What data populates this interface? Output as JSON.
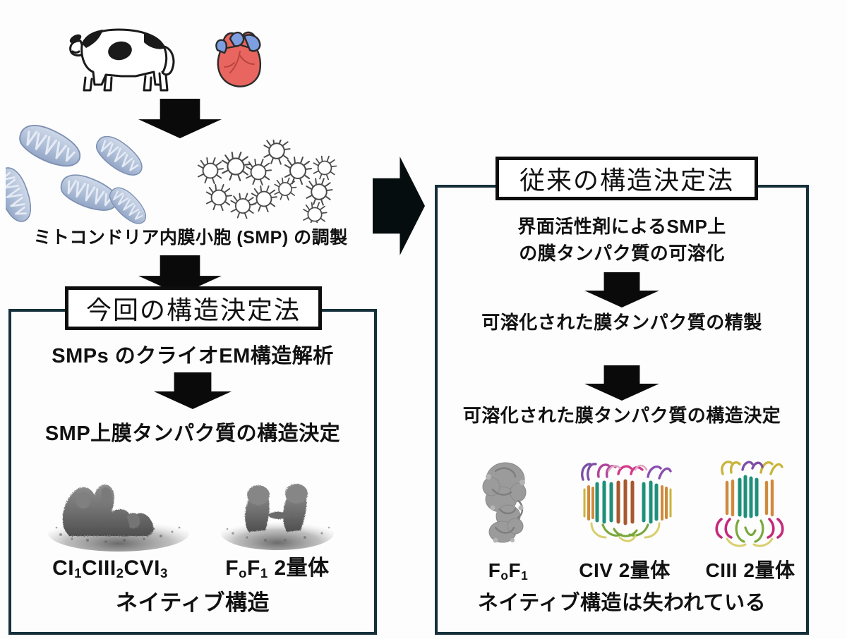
{
  "figure": {
    "type": "workflow-diagram",
    "language": "ja",
    "background_color": "#fdfdfd",
    "accent_border_color": "#15303a",
    "arrow_color": "#0a0a0a"
  },
  "top_section": {
    "source_icons": [
      {
        "name": "cow-illustration",
        "label": "cow"
      },
      {
        "name": "heart-illustration",
        "label": "heart"
      }
    ],
    "arrow_1": "down-arrow",
    "mitochondria_icon": "mitochondria-cluster",
    "smp_icon": "smp-vesicle-cluster",
    "caption": "ミトコンドリア内膜小胞 (SMP) の調製",
    "arrow_2": "down-arrow",
    "bridge_arrow": "right-arrow"
  },
  "left_panel": {
    "title": "今回の構造決定法",
    "steps": [
      "SMPs のクライオEM構造解析",
      "SMP上膜タンパク質の構造決定"
    ],
    "arrow": "down-arrow",
    "structures": [
      {
        "name": "structure-ci-ciii-cvi",
        "label_parts": [
          "CI",
          "1",
          "CIII",
          "2",
          "CVI",
          "3"
        ],
        "label_plain": "CI1CIII2CVI3",
        "style": "grayscale-cryoem-density"
      },
      {
        "name": "structure-fofi-dimer",
        "label_parts": [
          "F",
          "o",
          "F",
          "1",
          " 2量体"
        ],
        "label_plain": "FoF1 2量体",
        "style": "grayscale-cryoem-density"
      }
    ],
    "footer": "ネイティブ構造"
  },
  "right_panel": {
    "title": "従来の構造決定法",
    "steps": [
      "界面活性剤によるSMP上",
      "の膜タンパク質の可溶化",
      "可溶化された膜タンパク質の精製",
      "可溶化された膜タンパク質の構造決定"
    ],
    "arrows": [
      "down-arrow",
      "down-arrow"
    ],
    "structures": [
      {
        "name": "structure-fofi",
        "label_parts": [
          "F",
          "o",
          "F",
          "1"
        ],
        "label_plain": "FoF1",
        "style": "grayscale-ribbon"
      },
      {
        "name": "structure-civ-dimer",
        "label_plain": "CIV 2量体",
        "style": "multicolor-ribbon"
      },
      {
        "name": "structure-ciii-dimer",
        "label_plain": "CIII 2量体",
        "style": "multicolor-ribbon"
      }
    ],
    "footer": "ネイティブ構造は失われている"
  },
  "colors": {
    "mitochondria_fill": "#b9c6dd",
    "mitochondria_stroke": "#8395b5",
    "heart_red": "#e8665f",
    "heart_blue": "#7d9ee0",
    "cow_black": "#1a1a1a",
    "panel_border": "#15303a",
    "ribbon_teal": "#1f8f7a",
    "ribbon_orange": "#d08a3c",
    "ribbon_magenta": "#c32b7a",
    "ribbon_purple": "#7d4fa5",
    "ribbon_green": "#79a83c",
    "ribbon_gray": "#9a9a9a"
  }
}
